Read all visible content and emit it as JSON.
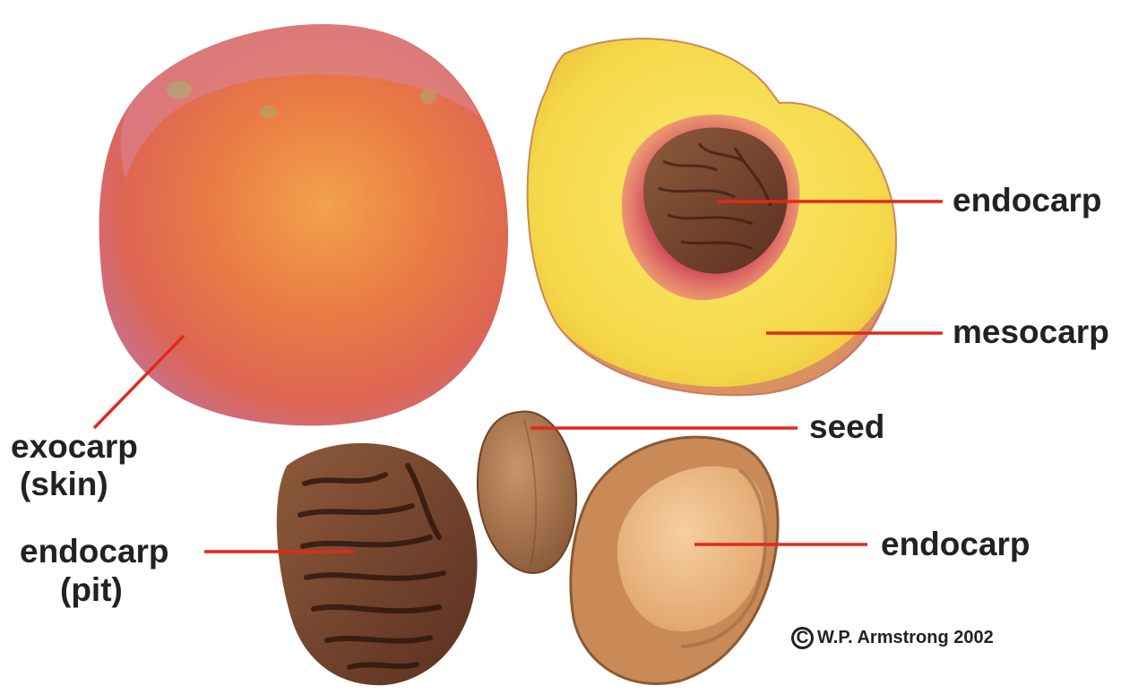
{
  "labels": {
    "endocarp_flesh": "endocarp",
    "mesocarp": "mesocarp",
    "seed": "seed",
    "exocarp_line1": "exocarp",
    "exocarp_line2": "(skin)",
    "endocarp_pit_line1": "endocarp",
    "endocarp_pit_line2": "(pit)",
    "endocarp_split": "endocarp"
  },
  "copyright": {
    "symbol": "C",
    "text": "W.P. Armstrong 2002"
  },
  "colors": {
    "leader_line": "#e02a1a",
    "label_text": "#222222",
    "peach_skin": "#e8754a",
    "peach_flesh": "#f6dc55",
    "pit": "#7a4a33",
    "seed": "#a87450"
  }
}
